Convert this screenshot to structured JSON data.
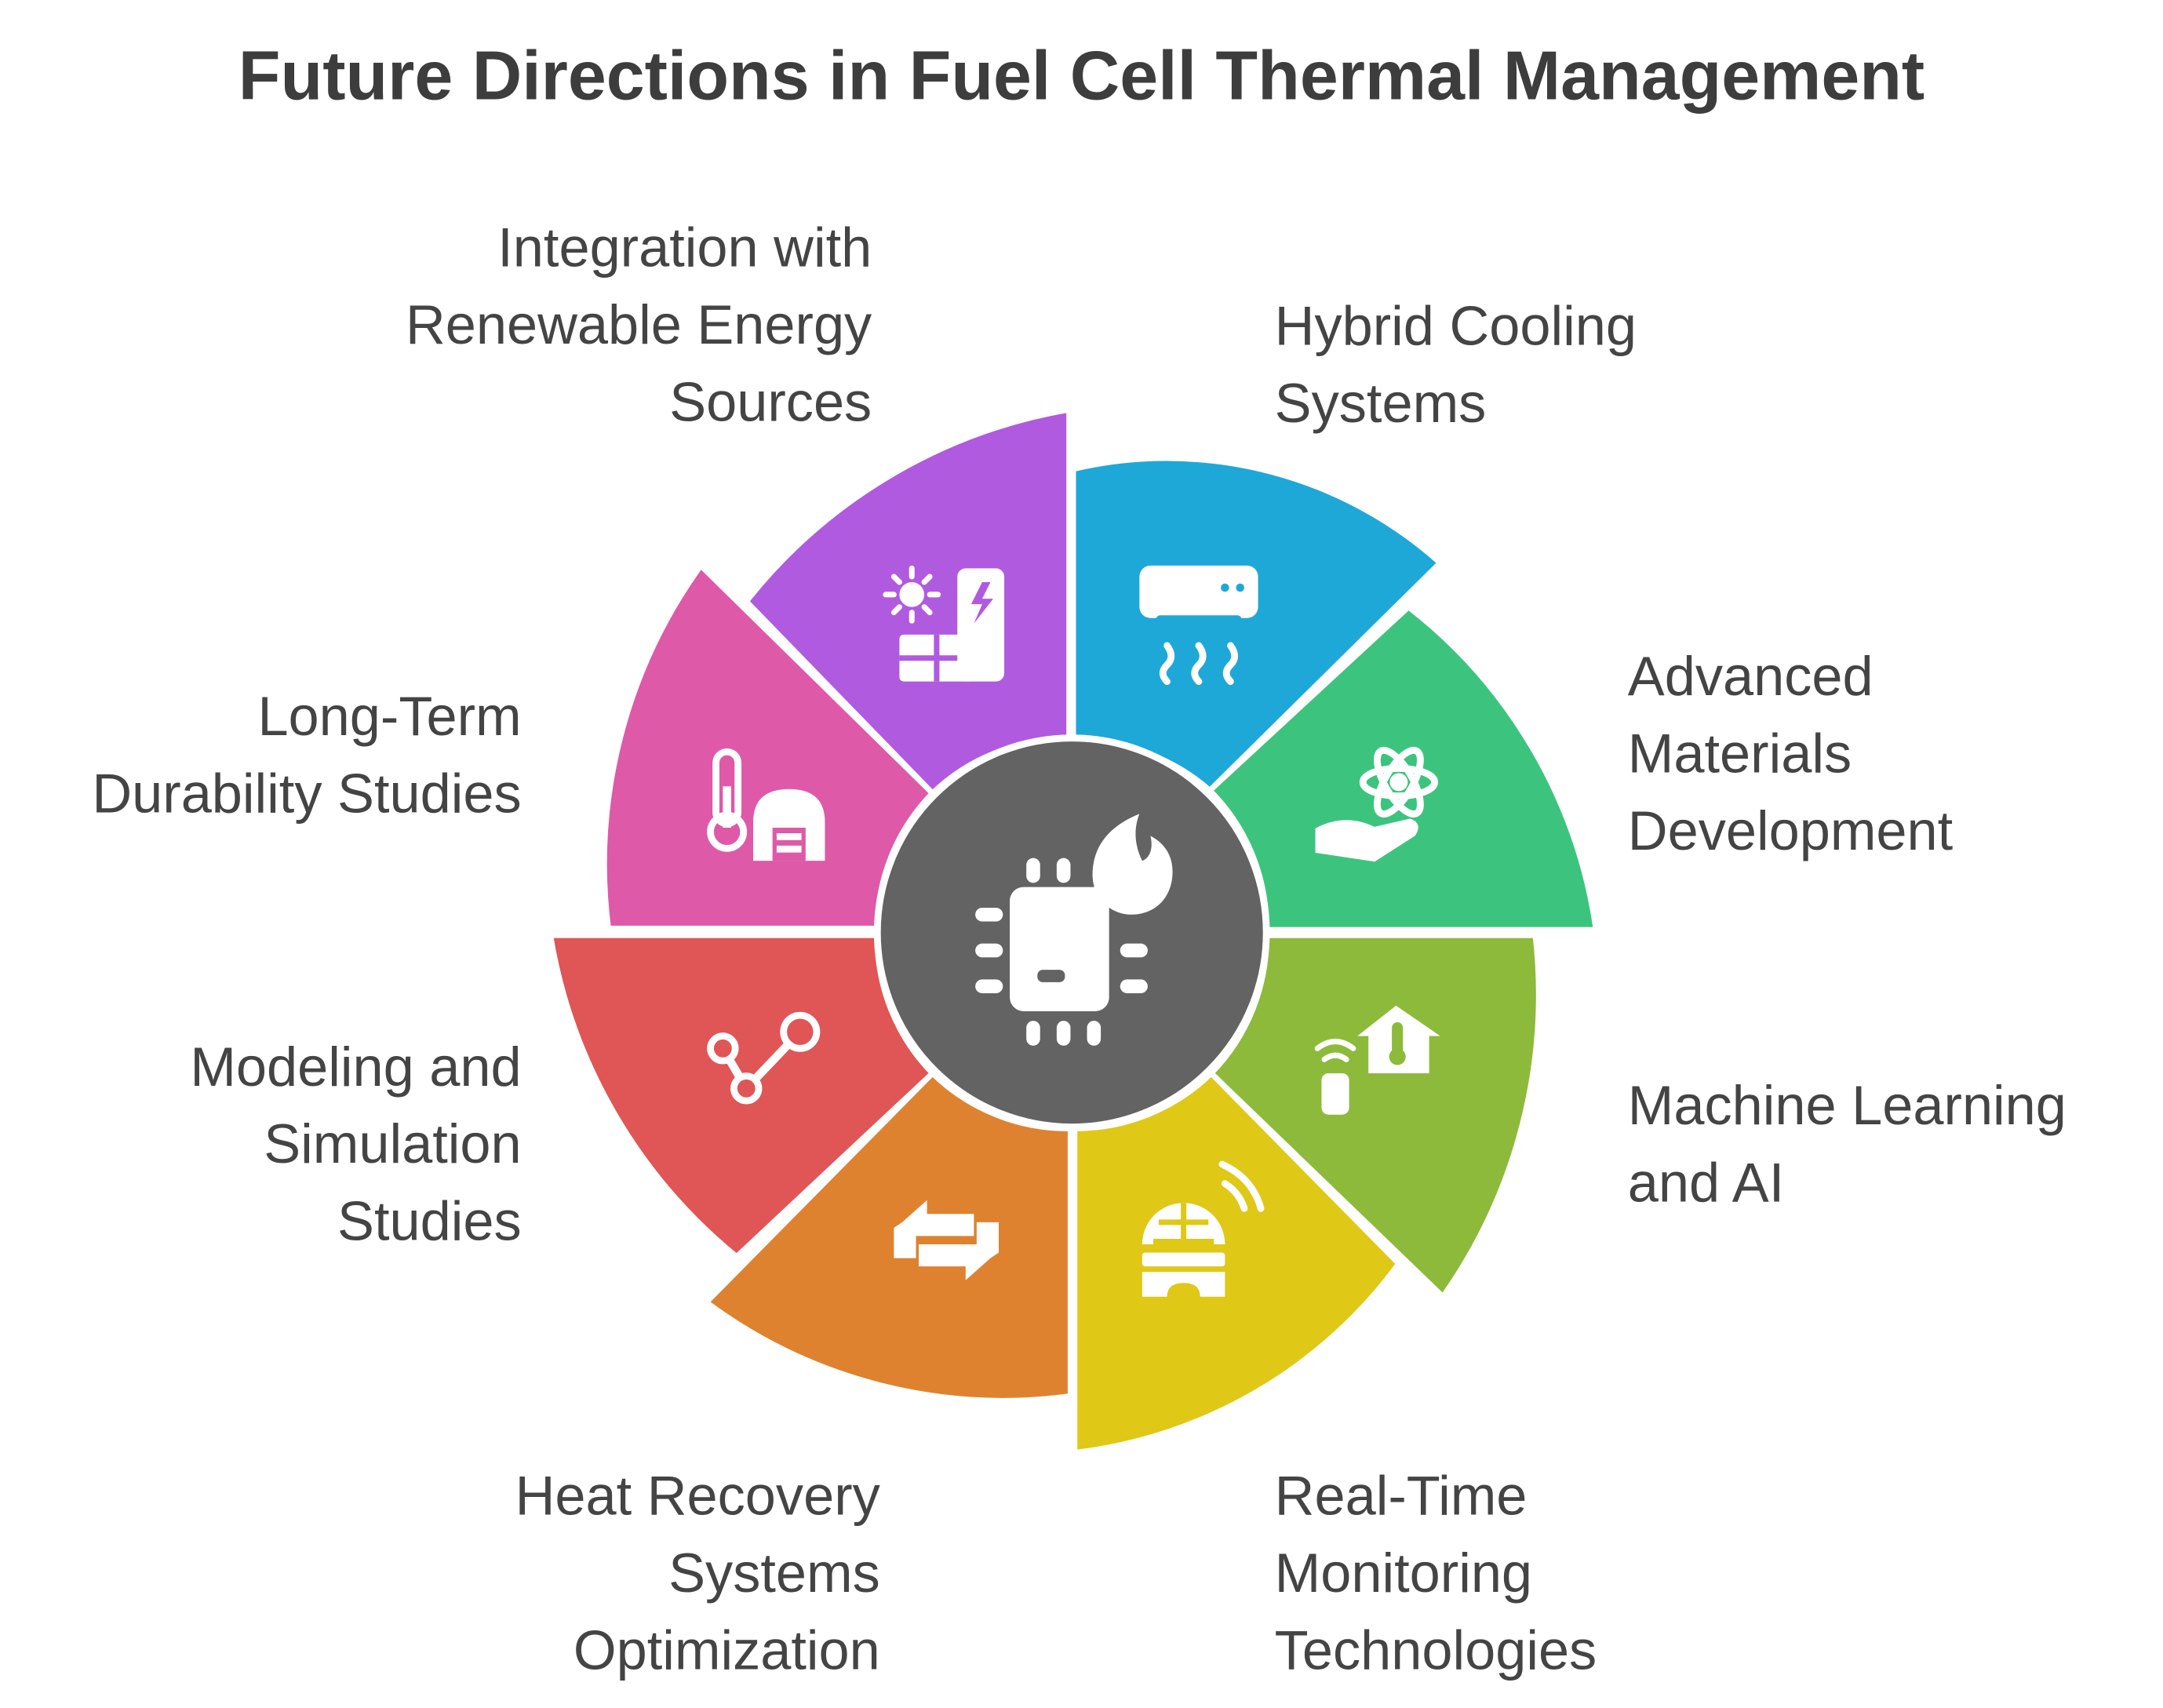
{
  "title": "Future Directions in Fuel Cell Thermal Management",
  "segments": [
    {
      "id": "hybrid-cooling",
      "label_lines": [
        "Hybrid Cooling",
        "Systems"
      ],
      "color": "#1ea8d8",
      "icon": "air-conditioner-icon"
    },
    {
      "id": "advanced-materials",
      "label_lines": [
        "Advanced",
        "Materials",
        "Development"
      ],
      "color": "#3cc47e",
      "icon": "atom-hand-icon"
    },
    {
      "id": "machine-learning",
      "label_lines": [
        "Machine Learning",
        "and AI"
      ],
      "color": "#8dba3a",
      "icon": "smart-home-thermometer-icon"
    },
    {
      "id": "real-time-monitoring",
      "label_lines": [
        "Real-Time",
        "Monitoring",
        "Technologies"
      ],
      "color": "#dfc816",
      "icon": "globe-signal-icon"
    },
    {
      "id": "heat-recovery",
      "label_lines": [
        "Heat Recovery",
        "Systems",
        "Optimization"
      ],
      "color": "#de8230",
      "icon": "recycle-arrows-icon"
    },
    {
      "id": "modeling-simulation",
      "label_lines": [
        "Modeling and",
        "Simulation",
        "Studies"
      ],
      "color": "#e05555",
      "icon": "node-graph-icon"
    },
    {
      "id": "durability",
      "label_lines": [
        "Long-Term",
        "Durability Studies"
      ],
      "color": "#de59a8",
      "icon": "thermometer-warehouse-icon"
    },
    {
      "id": "renewable-integration",
      "label_lines": [
        "Integration with",
        "Renewable Energy",
        "Sources"
      ],
      "color": "#b05ae0",
      "icon": "solar-charging-icon"
    }
  ],
  "center": {
    "color": "#636363",
    "icon": "chip-flame-icon"
  }
}
